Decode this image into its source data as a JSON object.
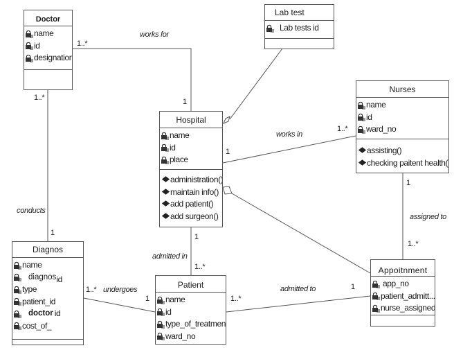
{
  "diagram": {
    "type": "UML class diagram",
    "classes": {
      "doctor": {
        "name": "Doctor",
        "attributes": [
          "name",
          "id",
          "designation"
        ],
        "operations": []
      },
      "lab_test": {
        "name": "Lab test",
        "attributes": [
          "Lab tests id"
        ],
        "operations": []
      },
      "hospital": {
        "name": "Hospital",
        "attributes": [
          "name",
          "id",
          "place"
        ],
        "operations": [
          "administration()",
          "maintain info()",
          "add patient()",
          "add surgeon()"
        ]
      },
      "nurses": {
        "name": "Nurses",
        "attributes": [
          "name",
          "id",
          "ward_no"
        ],
        "operations": [
          "assisting()",
          "checking paitent health()"
        ]
      },
      "diagnos": {
        "name": "Diagnos",
        "attributes": [
          "name",
          "diagnos",
          "type",
          "patient_id",
          "doctor",
          "cost_of_"
        ],
        "attribute_suffixes": [
          "",
          "id",
          "",
          "",
          "id",
          ""
        ],
        "operations": []
      },
      "patient": {
        "name": "Patient",
        "attributes": [
          "name",
          "id",
          "type_of_treatment",
          "ward_no"
        ],
        "operations": []
      },
      "appointment": {
        "name": "Appoitnment",
        "attributes": [
          "app_no",
          "patient_admitt...",
          "nurse_assigned"
        ],
        "operations": []
      }
    },
    "associations": {
      "works_for": {
        "label": "works for",
        "from": "Doctor",
        "to": "Hospital",
        "from_mult": "1..*",
        "to_mult": "1"
      },
      "works_in": {
        "label": "works in",
        "from": "Hospital",
        "to": "Nurses",
        "from_mult": "1",
        "to_mult": "1..*"
      },
      "conducts": {
        "label": "conducts",
        "from": "Doctor",
        "to": "Diagnos",
        "from_mult": "1..*",
        "to_mult": "1"
      },
      "admitted_in": {
        "label": "admitted in",
        "from": "Hospital",
        "to": "Patient",
        "from_mult": "1",
        "to_mult": "1..*"
      },
      "assigned_to": {
        "label": "assigned to",
        "from": "Nurses",
        "to": "Appoitnment",
        "from_mult": "1",
        "to_mult": "1..*"
      },
      "undergoes": {
        "label": "undergoes",
        "from": "Diagnos",
        "to": "Patient",
        "from_mult": "1..*",
        "to_mult": "1"
      },
      "admitted_to": {
        "label": "admitted to",
        "from": "Patient",
        "to": "Appoitnment",
        "from_mult": "1..*",
        "to_mult": "1"
      },
      "lab_aggregation": {
        "label": "",
        "from": "Hospital",
        "to": "Lab test",
        "kind": "aggregation"
      },
      "appointment_aggregation": {
        "label": "",
        "from": "Hospital",
        "to": "Appoitnment",
        "kind": "aggregation"
      }
    },
    "icons": {
      "attribute": "private-attribute-lock-icon",
      "operation": "public-operation-diamond-icon"
    }
  }
}
